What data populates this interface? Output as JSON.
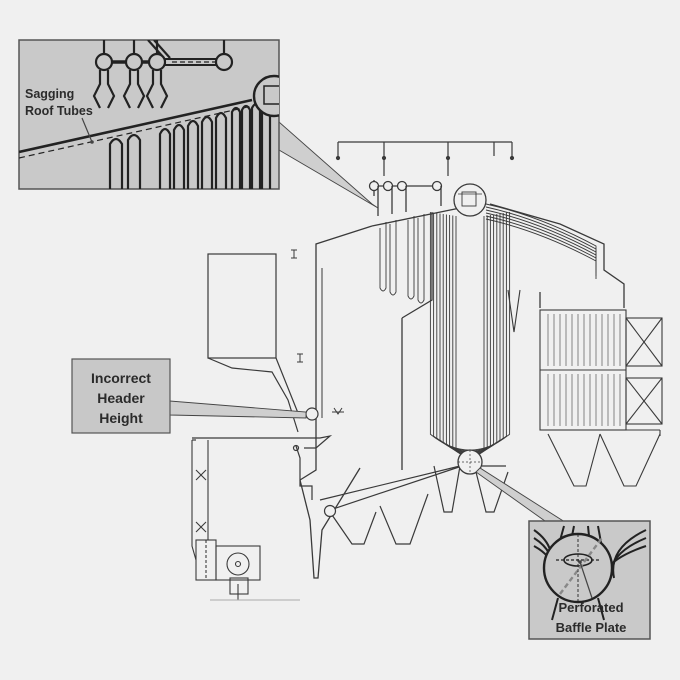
{
  "callouts": {
    "sagging_roof_tubes": {
      "line1": "Sagging",
      "line2": "Roof Tubes"
    },
    "incorrect_header_height": {
      "line1": "Incorrect",
      "line2": "Header",
      "line3": "Height"
    },
    "perforated_baffle_plate": {
      "line1": "Perforated",
      "line2": "Baffle Plate"
    }
  },
  "colors": {
    "background": "#f0f0f0",
    "line": "#3a3a3a",
    "callout_fill": "#c8c8c8",
    "callout_border": "#555555",
    "zoom_fill": "#d8d8d8"
  }
}
